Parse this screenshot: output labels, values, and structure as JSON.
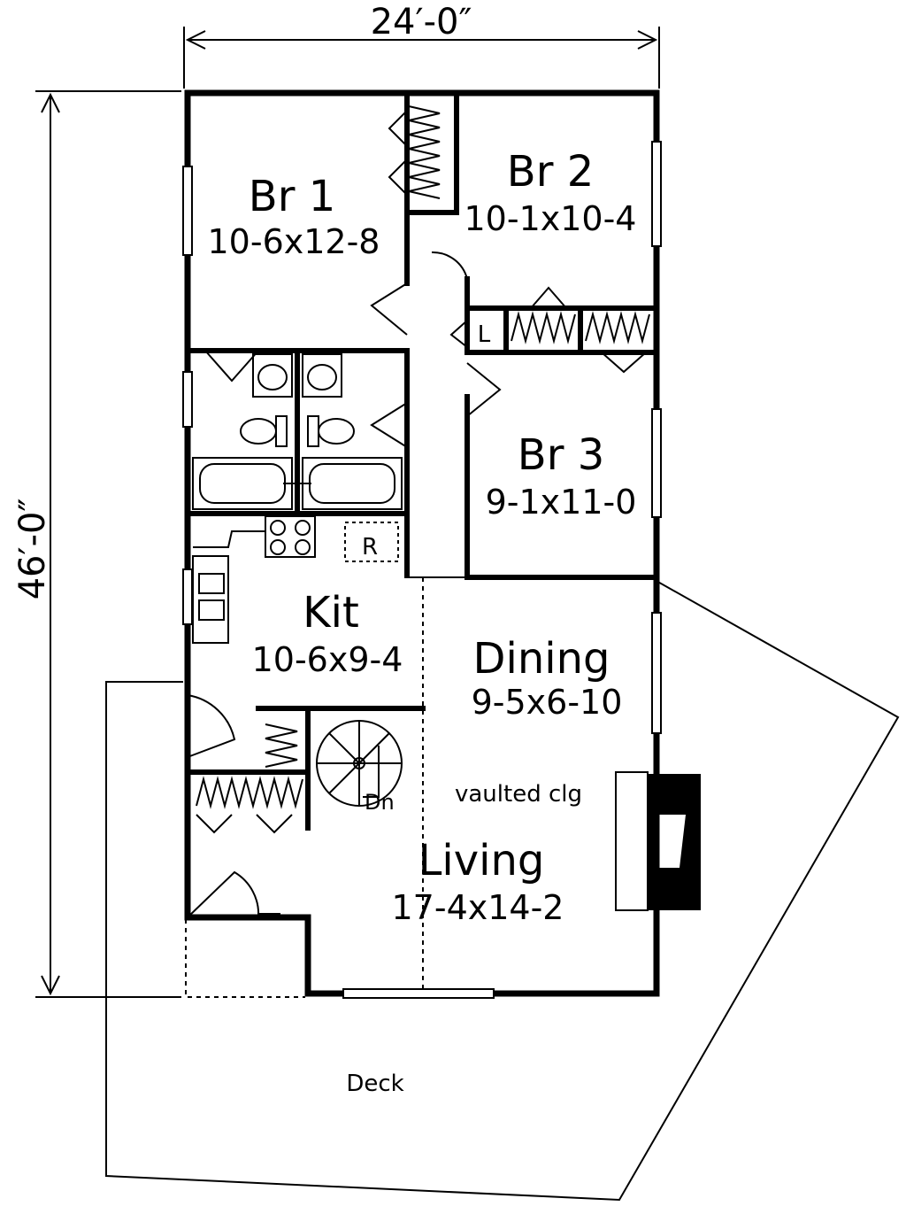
{
  "dimensions": {
    "width_label": "24′-0″",
    "depth_label": "46′-0″"
  },
  "rooms": {
    "br1": {
      "name": "Br 1",
      "size": "10-6x12-8"
    },
    "br2": {
      "name": "Br 2",
      "size": "10-1x10-4"
    },
    "br3": {
      "name": "Br 3",
      "size": "9-1x11-0"
    },
    "kit": {
      "name": "Kit",
      "size": "10-6x9-4"
    },
    "dining": {
      "name": "Dining",
      "size": "9-5x6-10"
    },
    "living": {
      "name": "Living",
      "size": "17-4x14-2"
    }
  },
  "notes": {
    "linen": "L",
    "refrigerator": "R",
    "stair_down": "Dn",
    "ceiling": "vaulted clg",
    "deck": "Deck"
  }
}
